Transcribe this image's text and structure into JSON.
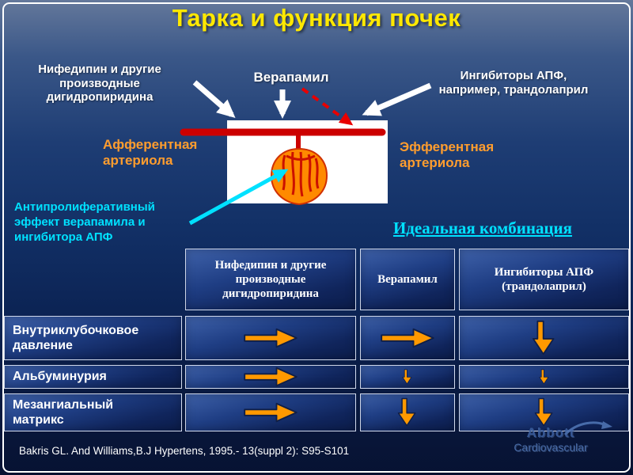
{
  "title": "Тарка и функция почек",
  "callouts": {
    "nifedipine": "Нифедипин и другие\nпроизводные\nдигидропиридина",
    "verapamil": "Верапамил",
    "ace_inhibitors": "Ингибиторы АПФ,\nнапример, трандолаприл",
    "afferent": "Афферентная\nартериола",
    "efferent": "Эфферентная\nартериола",
    "antiproliferative": "Антипролиферативный\nэффект верапамила и\nингибитора АПФ"
  },
  "combo_heading": "Идеальная комбинация",
  "table": {
    "columns": [
      "Нифедипин и другие\nпроизводные\nдигидропиридина",
      "Верапамил",
      "Ингибиторы АПФ\n(трандолаприл)"
    ],
    "rows": [
      "Внутриклубочковое\nдавление",
      "Альбуминурия",
      "Мезангиальный\nматрикс"
    ],
    "effects": [
      [
        "right",
        "right",
        "down"
      ],
      [
        "right",
        "down",
        "down"
      ],
      [
        "right",
        "down",
        "down"
      ]
    ]
  },
  "footer": {
    "citation": "Bakris GL. And Williams,B.J Hypertens, 1995.- 13(suppl 2): S95-S101",
    "logo_line1": "Abbott",
    "logo_line2": "Cardiovascular"
  },
  "colors": {
    "title": "#ffe800",
    "orange": "#ff9d2e",
    "cyan": "#00e1ff",
    "red": "#cc0000",
    "arrow": "#ff9900"
  }
}
